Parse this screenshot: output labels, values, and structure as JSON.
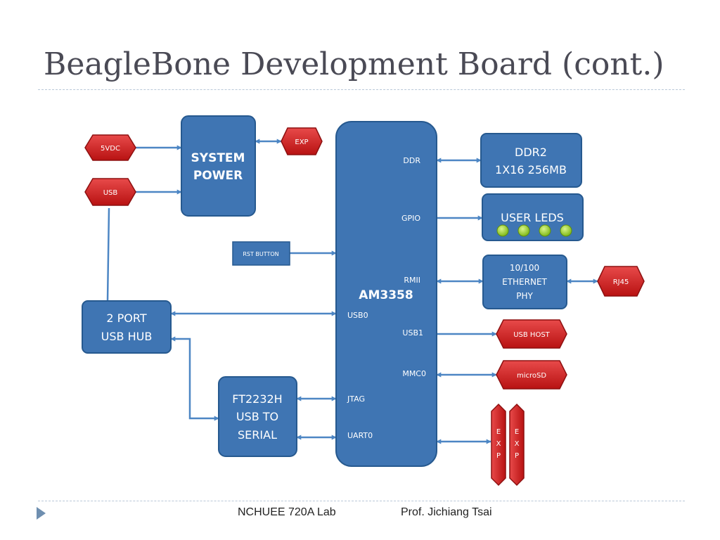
{
  "slide": {
    "title": "BeagleBone Development Board (cont.)"
  },
  "diagram": {
    "blocks": {
      "system_power": [
        "SYSTEM",
        "POWER"
      ],
      "cpu": "AM3358",
      "ddr2": [
        "DDR2",
        "1X16 256MB"
      ],
      "user_leds": "USER LEDS",
      "ethernet_phy": [
        "10/100",
        "ETHERNET",
        "PHY"
      ],
      "usb_hub": [
        "2 PORT",
        "USB HUB"
      ],
      "ft2232h": [
        "FT2232H",
        "USB TO",
        "SERIAL"
      ],
      "rst_button": "RST BUTTON"
    },
    "connectors": {
      "power_5vdc": "5VDC",
      "usb": "USB",
      "exp_top": "EXP",
      "rj45": "RJ45",
      "usb_host": "USB HOST",
      "microsd": "microSD",
      "exp_bottom": [
        "E",
        "X",
        "P"
      ]
    },
    "ports": {
      "ddr": "DDR",
      "gpio": "GPIO",
      "rmii": "RMII",
      "usb0": "USB0",
      "usb1": "USB1",
      "mmc0": "MMC0",
      "jtag": "JTAG",
      "uart0": "UART0"
    },
    "colors": {
      "block_fill": "#3f75b3",
      "block_stroke": "#26598f",
      "connector_fill": "#cc2020",
      "connector_stroke": "#8d1010",
      "arrow": "#4d86c4",
      "led_fill": "#a4dd1e"
    }
  },
  "footer": {
    "lab": "NCHUEE 720A Lab",
    "professor": "Prof. Jichiang Tsai"
  }
}
